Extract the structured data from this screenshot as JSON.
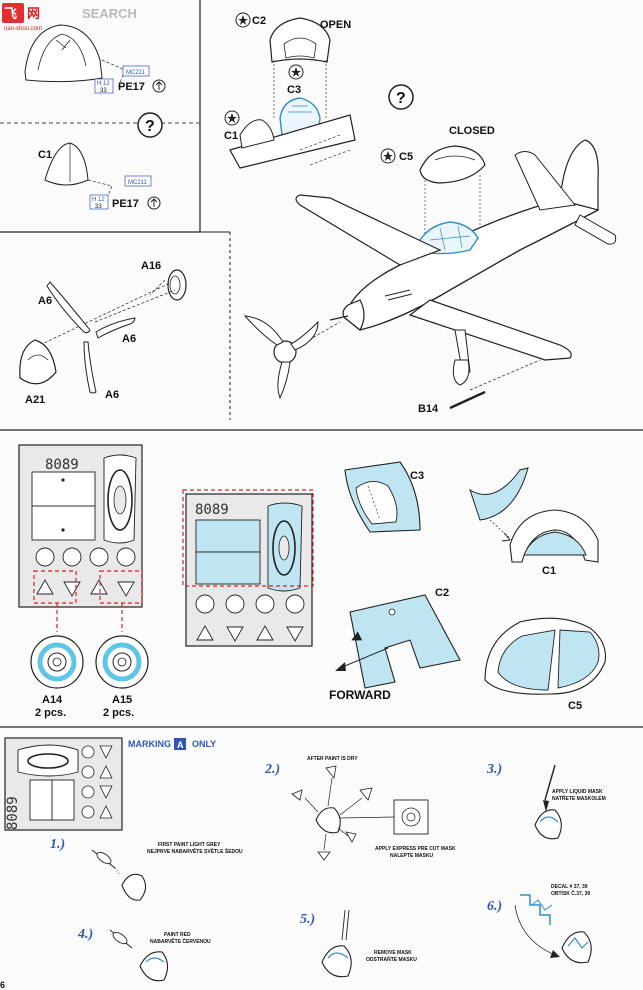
{
  "watermark": {
    "left": "飞",
    "mid": "网",
    "right": "SEARCH",
    "sub": "nan-shou.com"
  },
  "top_left": {
    "step_a_part_ref": "PE17",
    "step_a_mc": "MC211",
    "step_a_h": "H 12",
    "step_a_h_num": "33",
    "step_b_part": "C1",
    "step_b_part_ref": "PE17",
    "step_b_mc": "MC211",
    "step_b_h": "H 12",
    "step_b_h_num": "33",
    "question": "?"
  },
  "canopy_open": {
    "c2": "C2",
    "open": "OPEN",
    "c3": "C3",
    "c1": "C1",
    "question": "?"
  },
  "canopy_closed": {
    "closed": "CLOSED",
    "c5": "C5"
  },
  "propeller": {
    "a16": "A16",
    "a6_left": "A6",
    "a6_mid": "A6",
    "a6_bottom": "A6",
    "a21": "A21"
  },
  "aircraft": {
    "b14": "B14"
  },
  "mask_sheet": {
    "number_left": "8089",
    "number_right": "8089",
    "a14": "A14",
    "a14_qty": "2 pcs.",
    "a15": "A15",
    "a15_qty": "2 pcs."
  },
  "masked_parts": {
    "c3": "C3",
    "c1": "C1",
    "c2": "C2",
    "c5": "C5",
    "forward": "FORWARD"
  },
  "marking": {
    "title": "MARKING",
    "letter": "A",
    "only": "ONLY",
    "sheet_number": "8089",
    "step1_num": "1.)",
    "step1_en": "FIRST PAINT LIGHT GREY",
    "step1_cz": "NEJPRVE NABARVĚTE SVĚTLE ŠEDOU",
    "step2_num": "2.)",
    "step2_top": "AFTER PAINT IS DRY",
    "step2_en": "APPLY EXPRESS PRE CUT MASK",
    "step2_cz": "NALEPTE MASKU",
    "step3_num": "3.)",
    "step3_en": "APPLY LIQUID MASK",
    "step3_cz": "NATŘETE MASKOLEM",
    "step4_num": "4.)",
    "step4_en": "PAINT RED",
    "step4_cz": "NABARVĚTE ČERVENOU",
    "step5_num": "5.)",
    "step5_en": "REMOVE MASK",
    "step5_cz": "ODSTRAŇTE MASKU",
    "step6_num": "6.)",
    "step6_en": "DECAL # 37, 39",
    "step6_cz": "OBTISK Č.37, 39",
    "page_num": "6"
  }
}
